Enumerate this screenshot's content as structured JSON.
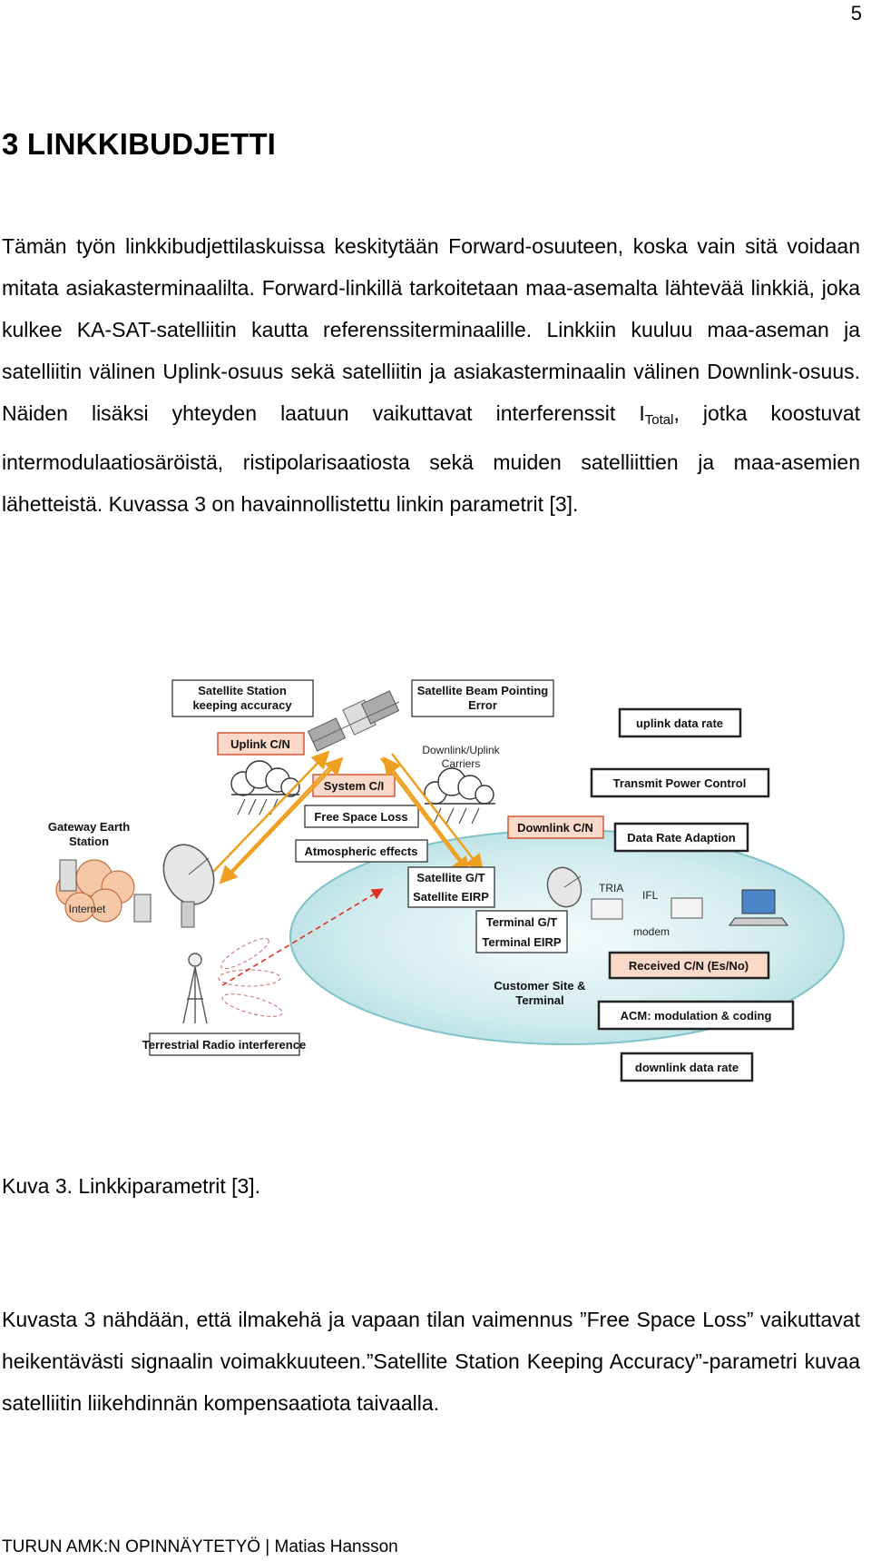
{
  "page_number": "5",
  "heading": "3 LINKKIBUDJETTI",
  "para1": {
    "lead": "Tämän työn linkkibudjettilaskuissa keskitytään Forward-osuuteen, koska vain sitä voidaan mitata asiakasterminaalilta. Forward-linkillä tarkoitetaan maa-asemalta lähtevää linkkiä, joka kulkee KA-SAT-satelliitin kautta referenssiterminaalille. Linkkiin kuuluu maa-aseman ja satelliitin välinen Uplink-osuus sekä satelliitin ja asiakasterminaalin välinen Downlink-osuus. Näiden lisäksi yhteyden laatuun vaikuttavat interferenssit I",
    "subscript": "Total",
    "tail": ", jotka koostuvat intermodulaatiosäröistä, ristipolarisaatiosta sekä muiden satelliittien ja maa-asemien lähetteistä. Kuvassa 3 on havainnollistettu linkin parametrit [3]."
  },
  "figure": {
    "labels": {
      "sat_station": [
        "Satellite Station",
        "keeping accuracy"
      ],
      "beam_pointing": [
        "Satellite Beam Pointing",
        "Error"
      ],
      "uplink_cn": "Uplink C/N",
      "downlink_uplink": [
        "Downlink/Uplink",
        "Carriers"
      ],
      "system_ci": "System C/I",
      "free_space": "Free Space Loss",
      "atmospheric": "Atmospheric effects",
      "gateway": [
        "Gateway Earth",
        "Station"
      ],
      "internet": "Internet",
      "downlink_cn": "Downlink C/N",
      "sat_gt": "Satellite G/T",
      "sat_eirp": "Satellite EIRP",
      "terminal_gt": "Terminal G/T",
      "terminal_eirp": "Terminal EIRP",
      "tria": "TRIA",
      "ifl": "IFL",
      "modem": "modem",
      "customer_site": [
        "Customer Site &",
        "Terminal"
      ],
      "terrestrial": "Terrestrial Radio interference",
      "uplink_rate": "uplink data rate",
      "transmit_power": "Transmit Power Control",
      "data_rate_adaption": "Data Rate Adaption",
      "received_cn": "Received C/N (Es/No)",
      "acm": "ACM: modulation & coding",
      "downlink_rate": "downlink data rate"
    }
  },
  "caption": "Kuva 3. Linkkiparametrit [3].",
  "para2": "Kuvasta 3 nähdään, että ilmakehä ja vapaan tilan vaimennus ”Free Space Loss” vaikuttavat heikentävästi signaalin voimakkuuteen.”Satellite Station Keeping Accuracy”-parametri kuvaa satelliitin liikehdinnän kompensaatiota taivaalla.",
  "footer": "TURUN AMK:N OPINNÄYTETYÖ | Matias Hansson"
}
